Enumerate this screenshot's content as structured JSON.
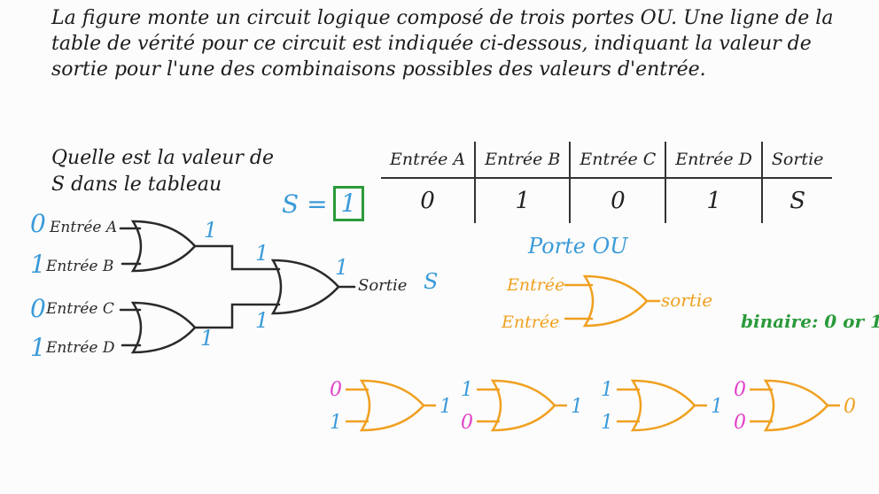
{
  "problem": {
    "text": "La figure monte un circuit logique composé de trois portes OU. Une ligne de la table de vérité pour ce circuit est indiquée ci-dessous, indiquant la valeur de sortie pour l'une des combinaisons possibles des valeurs d'entrée."
  },
  "question": {
    "text": "Quelle est la valeur de S dans le tableau"
  },
  "answer": {
    "label": "S =",
    "value": "1"
  },
  "truth_table": {
    "headers": [
      "Entrée A",
      "Entrée B",
      "Entrée C",
      "Entrée D",
      "Sortie"
    ],
    "row": [
      "0",
      "1",
      "0",
      "1",
      "S"
    ]
  },
  "circuit": {
    "inputs": [
      {
        "value": "0",
        "label": "Entrée A"
      },
      {
        "value": "1",
        "label": "Entrée B"
      },
      {
        "value": "0",
        "label": "Entrée C"
      },
      {
        "value": "1",
        "label": "Entrée D"
      }
    ],
    "gate1_out": "1",
    "gate2_out": "1",
    "final_in_top": "1",
    "final_in_bottom": "1",
    "final_out": "1",
    "output_label": "Sortie",
    "output_symbol": "S"
  },
  "legend": {
    "title": "Porte OU",
    "input_top": "Entrée",
    "input_bottom": "Entrée",
    "output": "sortie",
    "binary_note": "binaire: 0 or 1"
  },
  "examples": [
    {
      "in_top": "0",
      "in_bottom": "1",
      "out": "1"
    },
    {
      "in_top": "1",
      "in_bottom": "0",
      "out": "1"
    },
    {
      "in_top": "1",
      "in_bottom": "1",
      "out": "1"
    },
    {
      "in_top": "0",
      "in_bottom": "0",
      "out": "0"
    }
  ],
  "colors": {
    "ink": "#2a2a2a",
    "blue": "#3a9ad9",
    "orange": "#f0a020",
    "green": "#2a9a3a",
    "magenta": "#e040c8"
  }
}
